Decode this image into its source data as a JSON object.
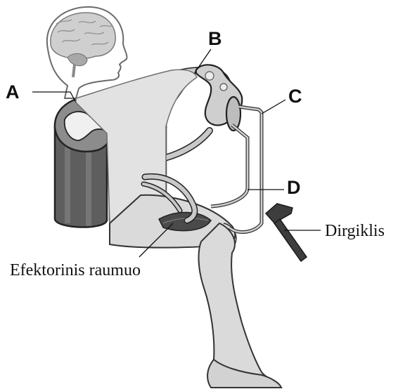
{
  "labels": {
    "a": "A",
    "b": "B",
    "c": "C",
    "d": "D",
    "hammer": "Dirgiklis",
    "muscle": "Efektorinis raumuo"
  },
  "colors": {
    "outline": "#222222",
    "skin": "#dcdcdc",
    "cord_dark": "#555555",
    "cord_mid": "#7a7a7a",
    "grey_matter": "#f2f2f2",
    "nerve": "#b9b9b9",
    "hammer_dark": "#3d3d3d"
  }
}
